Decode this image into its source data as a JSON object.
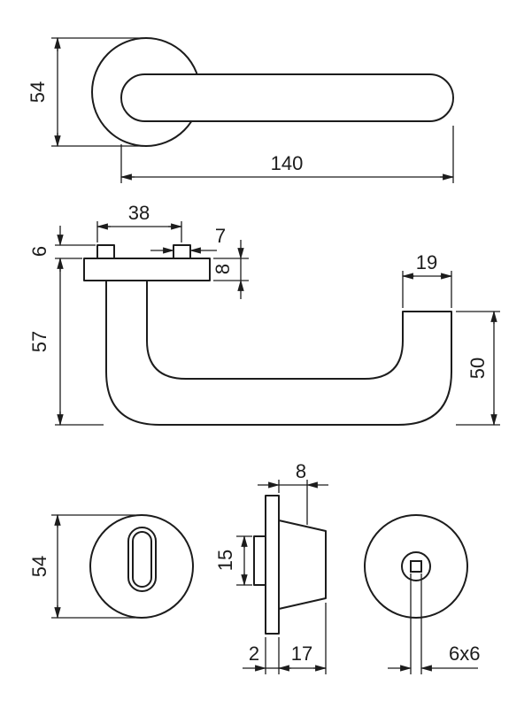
{
  "drawing": {
    "type": "technical-dimension-drawing",
    "subject": "door lever handle with round rosettes",
    "line_color": "#1c1c1c",
    "background": "#ffffff",
    "unit_labels": {
      "top_view": {
        "rosette_diameter": "54",
        "lever_length": "140"
      },
      "front_view": {
        "screw_spacing": "38",
        "screw_width": "7",
        "screw_height": "6",
        "rosette_thickness": "8",
        "handle_height": "57",
        "grip_width": "19",
        "grip_height": "50"
      },
      "bottom_view": {
        "rosette_diameter": "54",
        "hub_width": "8",
        "spindle_length": "15",
        "flange_thickness": "2",
        "hub_depth": "17",
        "square_hole": "6x6"
      }
    }
  }
}
